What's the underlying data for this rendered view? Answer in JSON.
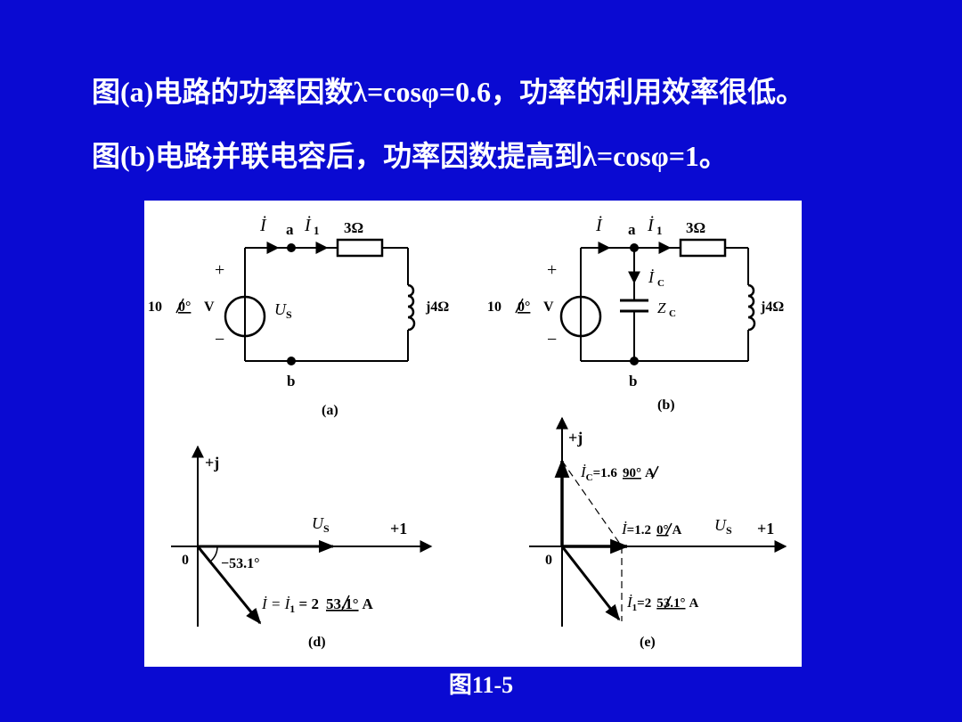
{
  "heading": {
    "line1": "图(a)电路的功率因数λ=cosφ=0.6，功率的利用效率很低。",
    "line2": "图(b)电路并联电容后，功率因数提高到λ=cosφ=1。"
  },
  "figure_caption": "图11-5",
  "circuit_a": {
    "current_total": "İ",
    "node_a": "a",
    "current_branch": "İ",
    "current_branch_sub": "1",
    "resistor": "3Ω",
    "inductor": "j4Ω",
    "source_value": "10",
    "source_angle": "0°",
    "source_unit": "V",
    "source_symbol": "U",
    "source_symbol_sub": "S",
    "plus": "+",
    "minus": "−",
    "node_b": "b",
    "label": "(a)"
  },
  "circuit_b": {
    "current_total": "İ",
    "node_a": "a",
    "current_branch": "İ",
    "current_branch_sub": "1",
    "cap_current": "İ",
    "cap_current_sub": "C",
    "cap_impedance": "Z",
    "cap_impedance_sub": "C",
    "resistor": "3Ω",
    "inductor": "j4Ω",
    "source_value": "10",
    "source_angle": "0°",
    "source_unit": "V",
    "plus": "+",
    "minus": "−",
    "node_b": "b",
    "label": "(b)"
  },
  "phasor_d": {
    "imag_axis": "+j",
    "real_axis": "+1",
    "origin": "0",
    "voltage": "U",
    "voltage_sub": "S",
    "angle": "−53.1°",
    "current_eq_prefix": "İ = İ",
    "current_eq_sub": "1",
    "current_eq_value": " = 2",
    "current_eq_angle": "53.1°",
    "current_eq_unit": "A",
    "label": "(d)"
  },
  "phasor_e": {
    "imag_axis": "+j",
    "real_axis": "+1",
    "origin": "0",
    "ic_prefix": "İ",
    "ic_sub": "C",
    "ic_value": "=1.6",
    "ic_angle": "90°",
    "ic_unit": "A",
    "i_prefix": "İ",
    "i_value": "=1.2",
    "i_angle": "0°",
    "i_unit": "A",
    "voltage": "U",
    "voltage_sub": "S",
    "i1_prefix": "İ",
    "i1_sub": "1",
    "i1_value": "=2",
    "i1_angle": "53.1°",
    "i1_unit": "A",
    "label": "(e)"
  },
  "colors": {
    "background": "#0a0ad2",
    "text": "#ffffff",
    "panel": "#ffffff",
    "ink": "#000000"
  }
}
